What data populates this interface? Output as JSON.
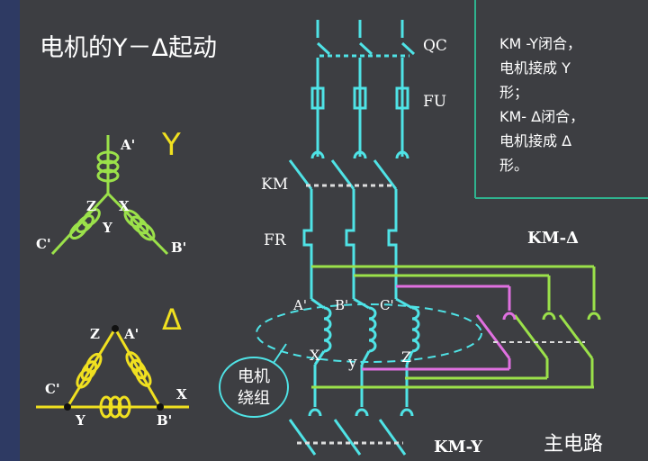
{
  "title": "电机的Y－Δ起动",
  "y_section": {
    "symbol": "Y",
    "labels": {
      "a_prime": "A'",
      "b_prime": "B'",
      "c_prime": "C'",
      "z": "Z",
      "x": "X",
      "y": "Y"
    }
  },
  "delta_section": {
    "symbol": "Δ",
    "labels": {
      "z": "Z",
      "a_prime": "A'",
      "c_prime": "C'",
      "x": "X",
      "y": "Y",
      "b_prime": "B'"
    }
  },
  "circuit_labels": {
    "qc": "QC",
    "fu": "FU",
    "km": "KM",
    "fr": "FR",
    "km_delta": "KM-Δ",
    "km_y": "KM-Y",
    "main_circuit": "主电路",
    "motor_winding_line1": "电机",
    "motor_winding_line2": "绕组",
    "winding_a": "A'",
    "winding_b": "B'",
    "winding_c": "C'",
    "winding_x": "X",
    "winding_y": "y",
    "winding_z": "Z"
  },
  "note": {
    "lines": [
      "KM -Y闭合，",
      "电机接成 Y",
      "形；",
      "KM- Δ闭合，",
      "电机接成 Δ",
      "形。"
    ]
  },
  "colors": {
    "cyan": "#4fe3e6",
    "green": "#9be14a",
    "magenta": "#e070e0",
    "yellow": "#f0e020",
    "white": "#ffffff"
  }
}
